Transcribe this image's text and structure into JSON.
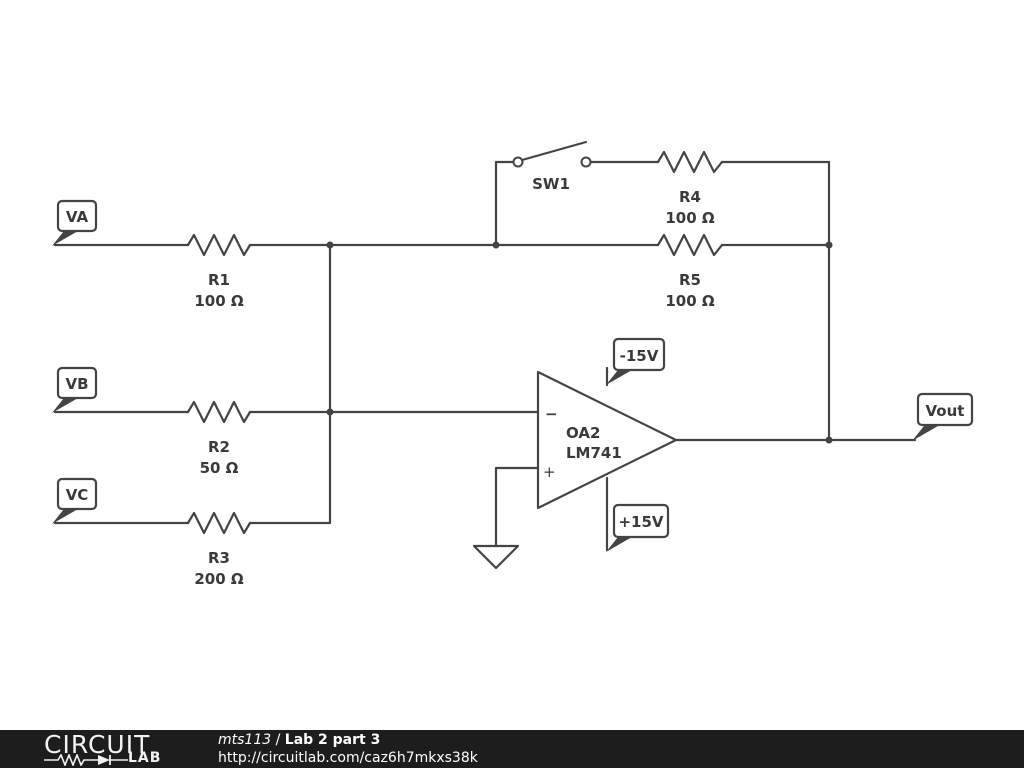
{
  "colors": {
    "wire": "#444444",
    "footer_bg": "#1d1d1d",
    "footer_text": "#ffffff"
  },
  "flags": {
    "va": "VA",
    "vb": "VB",
    "vc": "VC",
    "vout": "Vout",
    "neg_supply": "-15V",
    "pos_supply": "+15V"
  },
  "components": {
    "r1": {
      "name": "R1",
      "value": "100 Ω"
    },
    "r2": {
      "name": "R2",
      "value": "50 Ω"
    },
    "r3": {
      "name": "R3",
      "value": "200 Ω"
    },
    "r4": {
      "name": "R4",
      "value": "100 Ω"
    },
    "r5": {
      "name": "R5",
      "value": "100 Ω"
    },
    "sw1": {
      "name": "SW1"
    },
    "oa2": {
      "name": "OA2",
      "part": "LM741"
    },
    "opamp_inputs": {
      "inverting": "−",
      "noninverting": "+"
    }
  },
  "footer": {
    "logo_top": "CIRCUIT",
    "logo_bottom": "LAB",
    "user": "mts113",
    "separator": " / ",
    "project": "Lab 2 part 3",
    "url": "http://circuitlab.com/caz6h7mkxs38k"
  }
}
